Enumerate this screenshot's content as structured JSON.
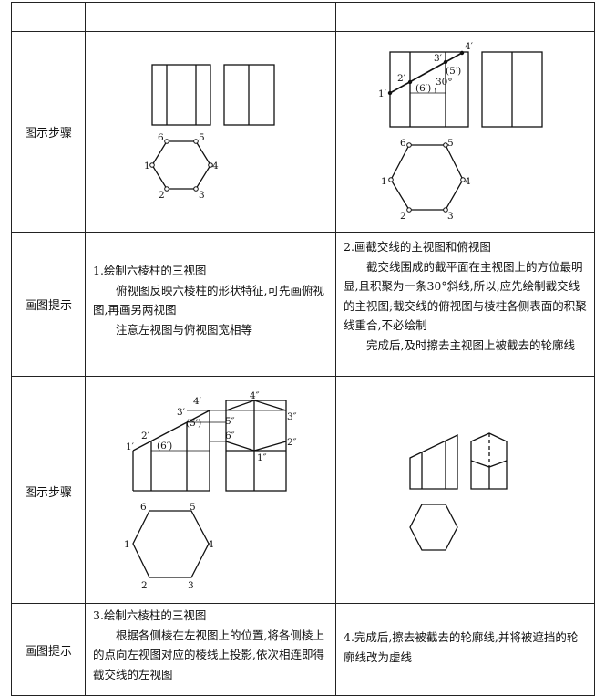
{
  "rows": [
    {
      "label": "图示步骤"
    },
    {
      "label": "画图提示"
    },
    {
      "label": "图示步骤"
    },
    {
      "label": "画图提示"
    }
  ],
  "hints": {
    "h1": {
      "title": "1.绘制六棱柱的三视图",
      "p1": "俯视图反映六棱柱的形状特征,可先画俯视图,再画另两视图",
      "p2": "注意左视图与俯视图宽相等"
    },
    "h2": {
      "title": "2.画截交线的主视图和俯视图",
      "p1": "截交线围成的截平面在主视图上的方位最明显,且积聚为一条30°斜线,所以,应先绘制截交线的主视图;截交线的俯视图与棱柱各侧表面的积聚线重合,不必绘制",
      "p2": "完成后,及时擦去主视图上被截去的轮廓线"
    },
    "h3": {
      "title": "3.绘制六棱柱的三视图",
      "p1": "根据各侧棱在左视图上的位置,将各侧棱上的点向左视图对应的棱线上投影,依次相连即得截交线的左视图"
    },
    "h4": {
      "title": "4.完成后,擦去被截去的轮廓线,并将被遮挡的轮廓线改为虚线"
    }
  },
  "labels": {
    "n1": "1",
    "n2": "2",
    "n3": "3",
    "n4": "4",
    "n5": "5",
    "n6": "6",
    "p1": "1′",
    "p2": "2′",
    "p3": "3′",
    "p4": "4′",
    "p5": "(5′)",
    "p6": "(6′)",
    "angle": "30°",
    "q1": "1″",
    "q2": "2″",
    "q3": "3″",
    "q4": "4″",
    "q5": "5″",
    "q6": "6″"
  }
}
